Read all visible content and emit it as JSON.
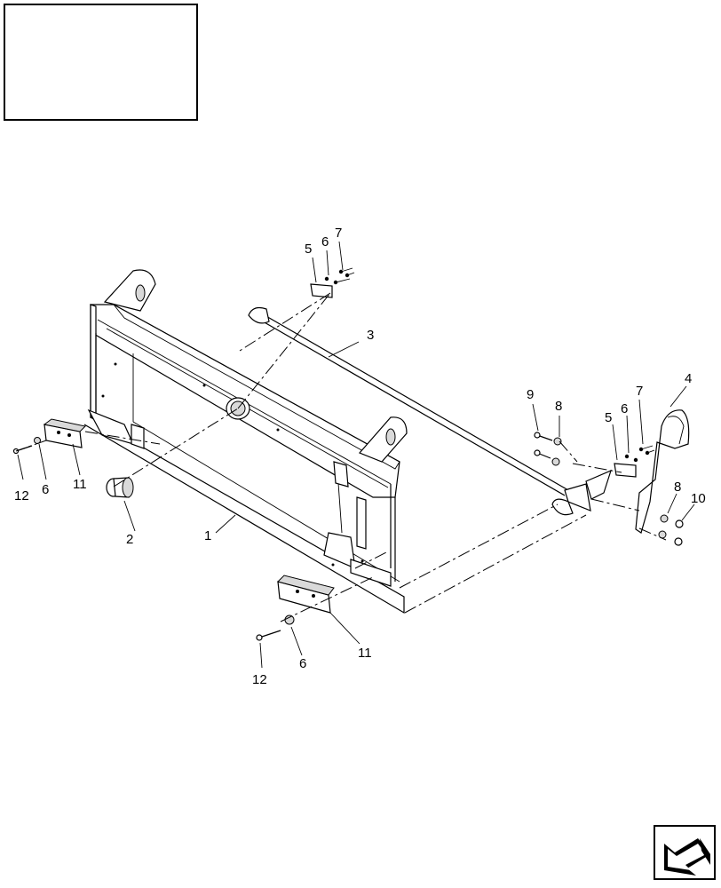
{
  "title_box": {},
  "callouts": {
    "c1": "1",
    "c2": "2",
    "c3": "3",
    "c4": "4",
    "c5a": "5",
    "c6a": "6",
    "c7a": "7",
    "c9": "9",
    "c8a": "8",
    "c7b": "7",
    "c6b": "6",
    "c5b": "5",
    "c8b": "8",
    "c10": "10",
    "c12a": "12",
    "c6c": "6",
    "c11a": "11",
    "c6d": "6",
    "c11b": "11",
    "c12b": "12"
  },
  "nav_icon": "next-page-arrow-icon"
}
